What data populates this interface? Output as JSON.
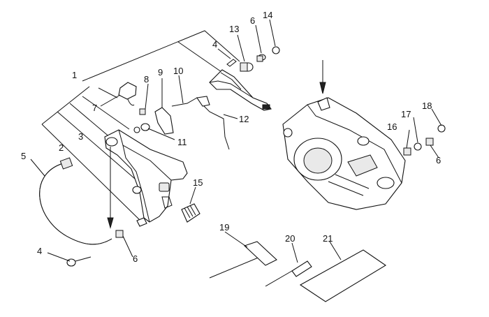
{
  "diagram": {
    "callouts": [
      {
        "id": "c1",
        "text": "1"
      },
      {
        "id": "c2",
        "text": "2"
      },
      {
        "id": "c3",
        "text": "3"
      },
      {
        "id": "c4a",
        "text": "4"
      },
      {
        "id": "c4b",
        "text": "4"
      },
      {
        "id": "c5",
        "text": "5"
      },
      {
        "id": "c6a",
        "text": "6"
      },
      {
        "id": "c6b",
        "text": "6"
      },
      {
        "id": "c6c",
        "text": "6"
      },
      {
        "id": "c7",
        "text": "7"
      },
      {
        "id": "c8",
        "text": "8"
      },
      {
        "id": "c9",
        "text": "9"
      },
      {
        "id": "c10",
        "text": "10"
      },
      {
        "id": "c11",
        "text": "11"
      },
      {
        "id": "c12",
        "text": "12"
      },
      {
        "id": "c13",
        "text": "13"
      },
      {
        "id": "c14",
        "text": "14"
      },
      {
        "id": "c15",
        "text": "15"
      },
      {
        "id": "c16",
        "text": "16"
      },
      {
        "id": "c17",
        "text": "17"
      },
      {
        "id": "c18",
        "text": "18"
      },
      {
        "id": "c19",
        "text": "19"
      },
      {
        "id": "c20",
        "text": "20"
      },
      {
        "id": "c21",
        "text": "21"
      }
    ]
  }
}
